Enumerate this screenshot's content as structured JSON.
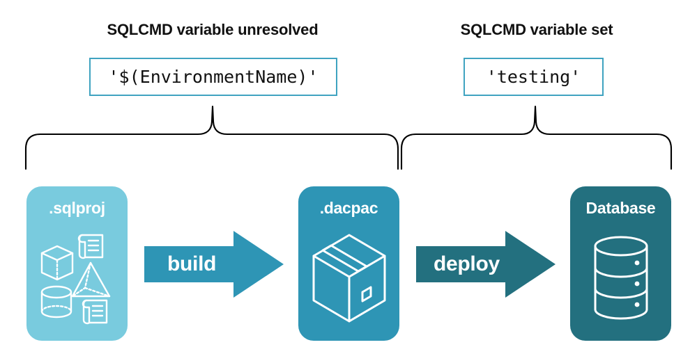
{
  "diagram": {
    "title_left": "SQLCMD variable unresolved",
    "title_right": "SQLCMD variable set",
    "code_left": "'$(EnvironmentName)'",
    "code_right": "'testing'",
    "stages": [
      {
        "label": ".sqlproj",
        "color": "#79cbde",
        "icons": [
          "cube-icon",
          "scroll-icon",
          "pyramid-icon",
          "cylinder-icon",
          "scroll-icon"
        ]
      },
      {
        "label": ".dacpac",
        "color": "#2e95b5",
        "icons": [
          "package-box-icon"
        ]
      },
      {
        "label": "Database",
        "color": "#23707f",
        "icons": [
          "database-cylinder-icon"
        ]
      }
    ],
    "arrows": [
      {
        "label": "build",
        "color": "#2e95b5"
      },
      {
        "label": "deploy",
        "color": "#23707f"
      }
    ],
    "colors": {
      "code_border": "#3fa3c0",
      "brace_stroke": "#000000",
      "text": "#111111",
      "background": "#ffffff"
    }
  }
}
